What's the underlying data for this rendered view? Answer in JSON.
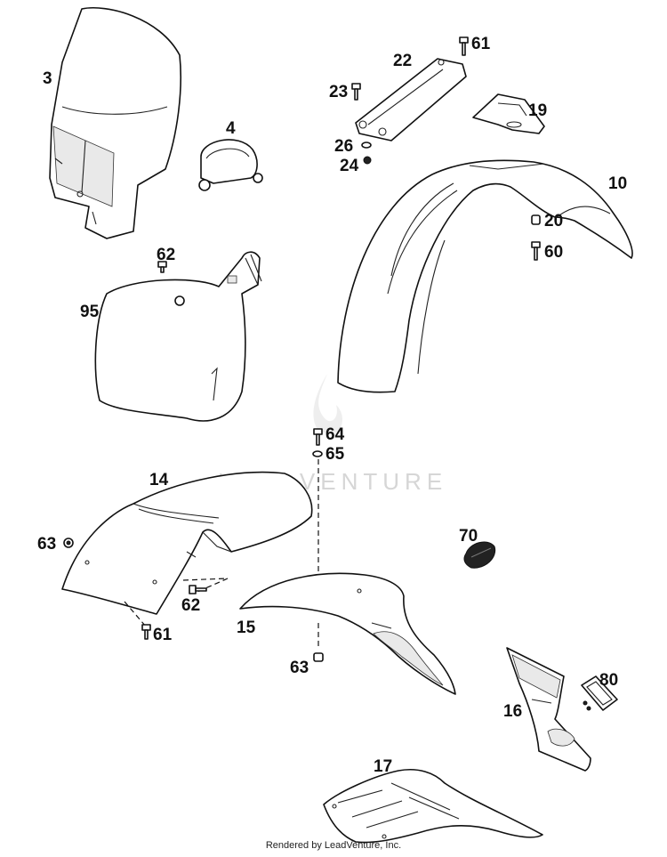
{
  "watermark": "LEADVENTURE",
  "footer": "Rendered by LeadVenture, Inc.",
  "callouts": {
    "c3": "3",
    "c4": "4",
    "c22": "22",
    "c61a": "61",
    "c23": "23",
    "c19": "19",
    "c26": "26",
    "c24": "24",
    "c10": "10",
    "c20": "20",
    "c60": "60",
    "c62a": "62",
    "c95": "95",
    "c64": "64",
    "c65": "65",
    "c14": "14",
    "c63a": "63",
    "c62b": "62",
    "c61b": "61",
    "c70": "70",
    "c15": "15",
    "c63b": "63",
    "c80": "80",
    "c16": "16",
    "c17": "17"
  }
}
